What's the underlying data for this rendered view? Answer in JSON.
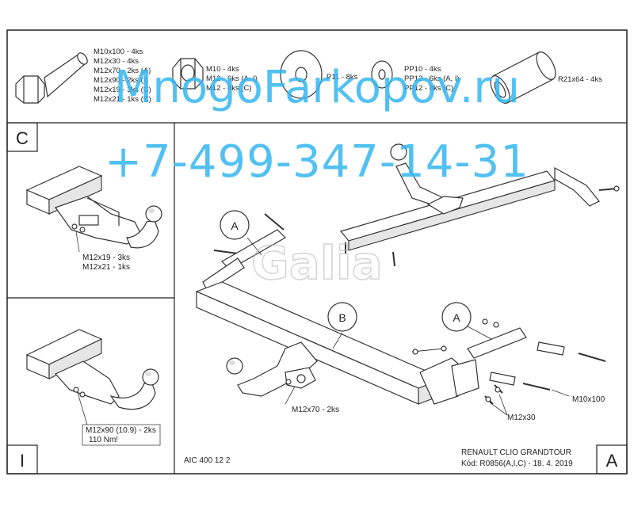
{
  "parts": {
    "bolts": [
      "M10x100 - 4ks",
      "M12x30 - 4ks",
      "M12x70 - 2ks (A)",
      "M12x90 - 2ks (I)",
      "M12x19 - 3ks (C)",
      "M12x21 - 1ks (C)"
    ],
    "nuts": [
      "M10 - 4ks",
      "M12 - 6ks (A, I)",
      "M12 - 4ks (C)"
    ],
    "washer_p": "P11 - 8ks",
    "washer_pp": [
      "PP10 - 4ks",
      "PP12 - 6ks (A, I)",
      "PP12 - 8ks (C)"
    ],
    "spacer": "R21x64 - 4ks"
  },
  "panels": {
    "c_letter": "C",
    "c_label1": "M12x19 - 3ks",
    "c_label2": "M12x21 - 1ks",
    "i_letter": "I",
    "i_label1": "M12x90 (10.9) - 2ks",
    "i_label2": "110 Nm!",
    "a_letter": "A"
  },
  "main": {
    "callout_a1": "A",
    "callout_b": "B",
    "callout_a2": "A",
    "bolt_m12x70": "M12x70 - 2ks",
    "bolt_m10x100": "M10x100",
    "bolt_m12x30": "M12x30"
  },
  "footer": {
    "code": "AIC 400 12 2",
    "car": "RENAULT CLIO GRANDTOUR",
    "kod": "Kód: R0856(A,I,C) - 18. 4. 2019"
  },
  "watermark": {
    "site": "MnogoFarkopov.ru",
    "phone": "+7-499-347-14-31",
    "logo": "Galia"
  }
}
